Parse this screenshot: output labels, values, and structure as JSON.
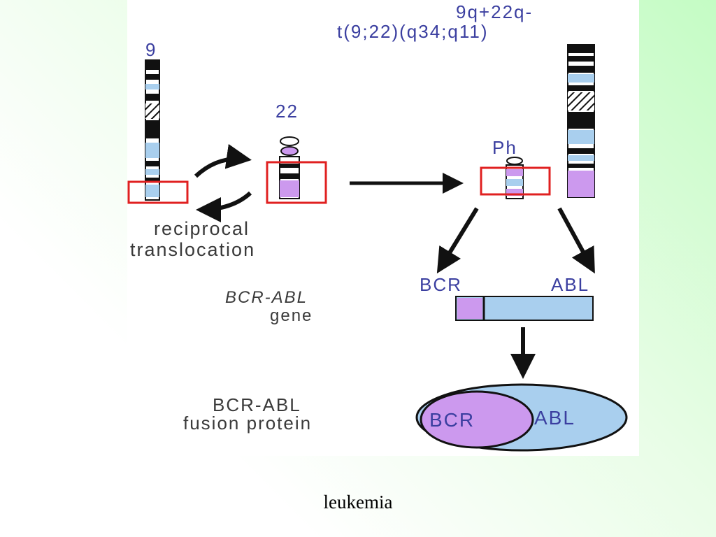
{
  "slide": {
    "caption": "leukemia"
  },
  "diagram": {
    "chr9_label": "9",
    "chr22_label": "22",
    "derivative_label_line1": "9q+22q-",
    "derivative_label_line2": "t(9;22)(q34;q11)",
    "ph_label": "Ph",
    "translocation_line1": "reciprocal",
    "translocation_line2": "translocation",
    "gene_title_line1": "BCR-ABL",
    "gene_title_line2": "gene",
    "gene_bcr_label": "BCR",
    "gene_abl_label": "ABL",
    "protein_title_line1": "BCR-ABL",
    "protein_title_line2": "fusion protein",
    "protein_bcr_label": "BCR",
    "protein_abl_label": "ABL"
  },
  "colors": {
    "bcr_violet": "#cc99ee",
    "abl_blue": "#a9cfee",
    "highlight_red": "#e02020",
    "label_blue": "#3b3fa0"
  }
}
